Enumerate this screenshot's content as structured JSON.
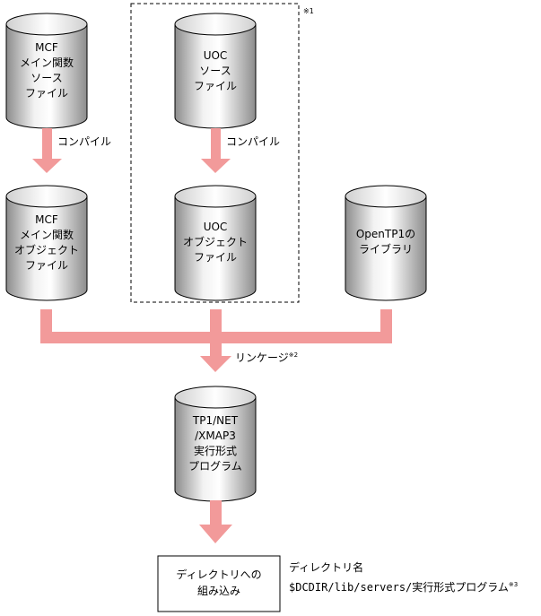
{
  "note_mark": "※1",
  "cylinders": {
    "mcf_source": [
      "MCF",
      "メイン関数",
      "ソース",
      "ファイル"
    ],
    "uoc_source": [
      "UOC",
      "ソース",
      "ファイル"
    ],
    "mcf_object": [
      "MCF",
      "メイン関数",
      "オブジェクト",
      "ファイル"
    ],
    "uoc_object": [
      "UOC",
      "オブジェクト",
      "ファイル"
    ],
    "opentp1_lib": [
      "OpenTP1の",
      "ライブラリ"
    ],
    "executable": [
      "TP1/NET",
      "/XMAP3",
      "実行形式",
      "プログラム"
    ]
  },
  "labels": {
    "compile_left": "コンパイル",
    "compile_right": "コンパイル",
    "linkage": "リンケージ",
    "linkage_note": "※2",
    "install_line1": "ディレクトリへの",
    "install_line2": "組み込み",
    "dir_title": "ディレクトリ名",
    "dir_path": "$DCDIR/lib/servers/実行形式プログラム",
    "dir_note": "※3"
  },
  "colors": {
    "arrow": "#f29a9a",
    "cylinder_gradient_dark": "#8a8a8a",
    "cylinder_light": "#ffffff"
  }
}
